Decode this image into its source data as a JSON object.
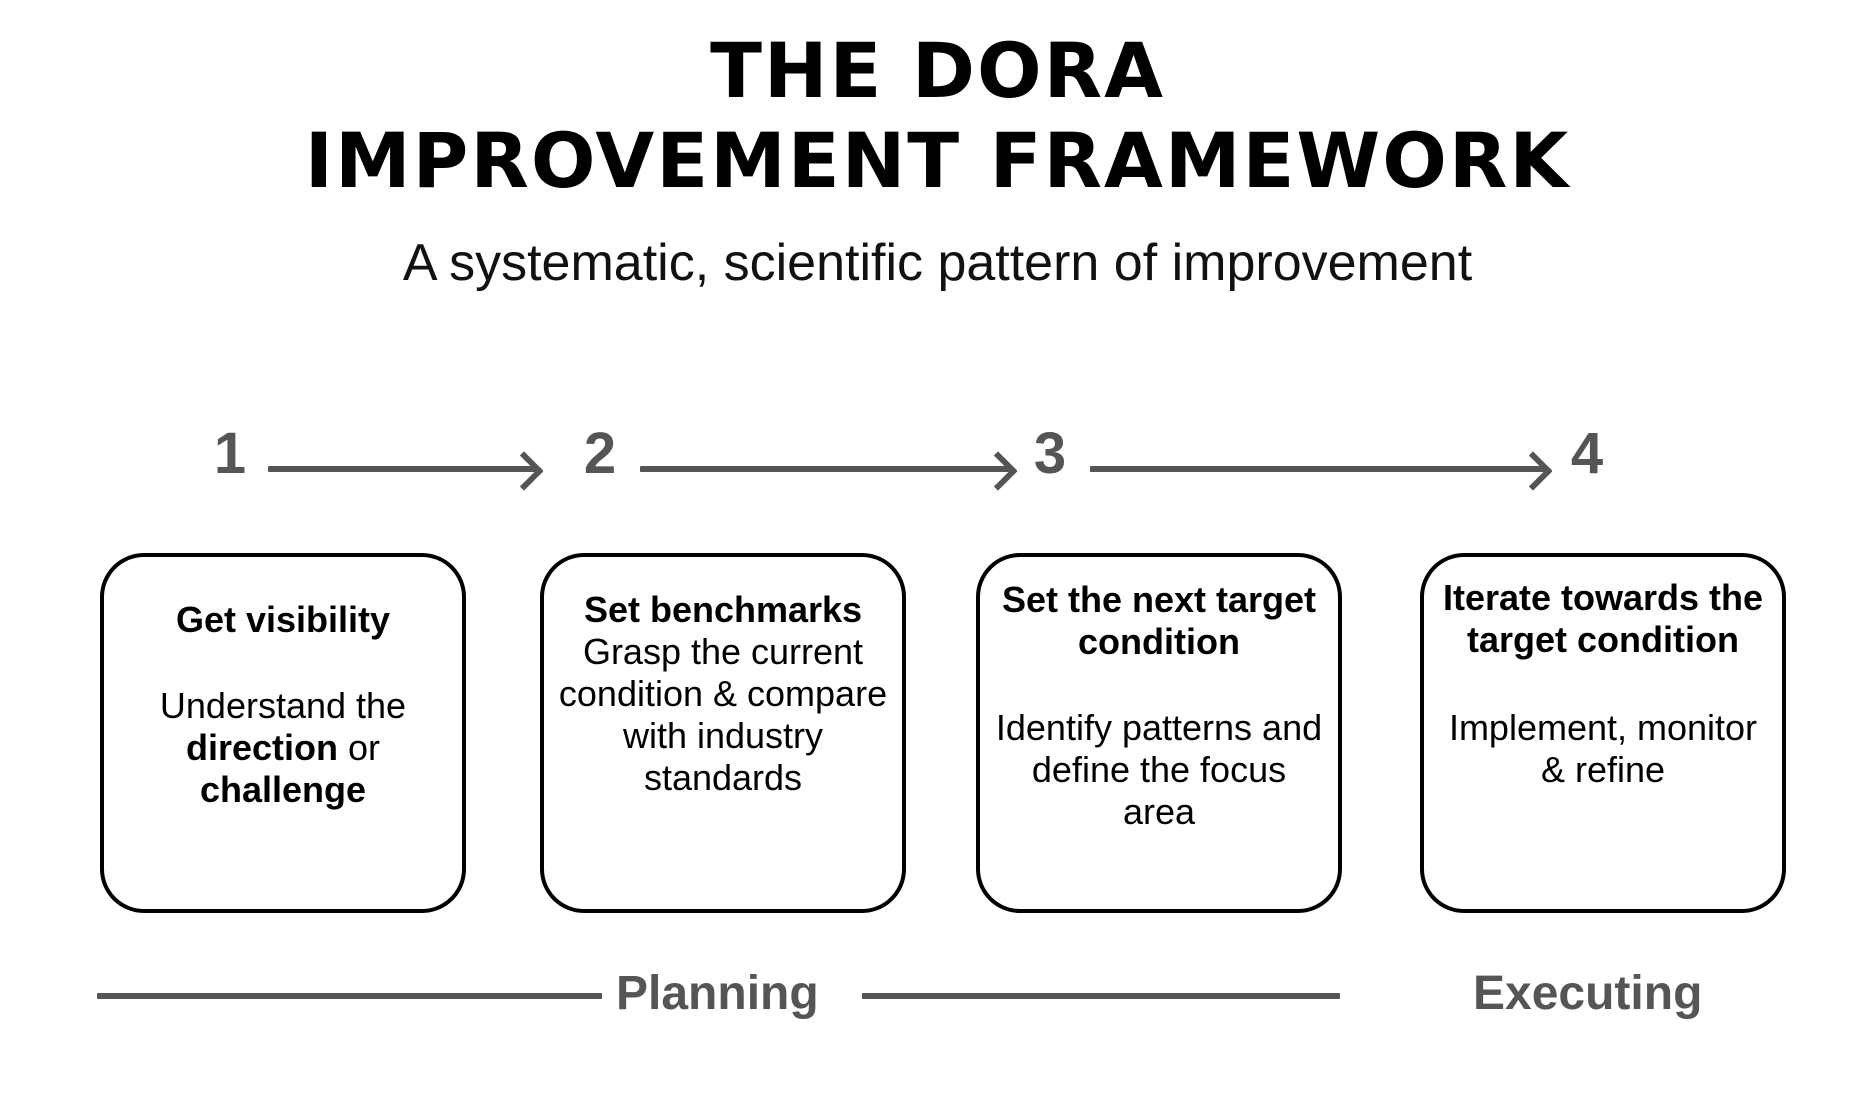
{
  "header": {
    "title_line1": "THE DORA",
    "title_line2": "IMPROVEMENT FRAMEWORK",
    "subtitle": "A systematic, scientific pattern of improvement"
  },
  "steps": [
    {
      "number": "1"
    },
    {
      "number": "2"
    },
    {
      "number": "3"
    },
    {
      "number": "4"
    }
  ],
  "cards": [
    {
      "title": "Get visibility",
      "body_plain": "Understand the direction or challenge",
      "body_html": "Understand the <b>direction</b> or <b>challenge</b>"
    },
    {
      "title": "Set benchmarks",
      "body_plain": "Grasp the current condition & compare with industry standards",
      "body_html": "Grasp the current condition &amp; compare with industry standards"
    },
    {
      "title": "Set the next target condition",
      "body_plain": "Identify patterns and define the focus area",
      "body_html": "Identify patterns and define the focus area"
    },
    {
      "title": "Iterate towards the target condition",
      "body_plain": "Implement, monitor & refine",
      "body_html": "Implement, monitor &amp; refine"
    }
  ],
  "phases": {
    "planning_label": "Planning",
    "executing_label": "Executing"
  },
  "colors": {
    "background": "#ffffff",
    "text": "#000000",
    "accent_gray": "#555555",
    "card_border": "#000000"
  }
}
